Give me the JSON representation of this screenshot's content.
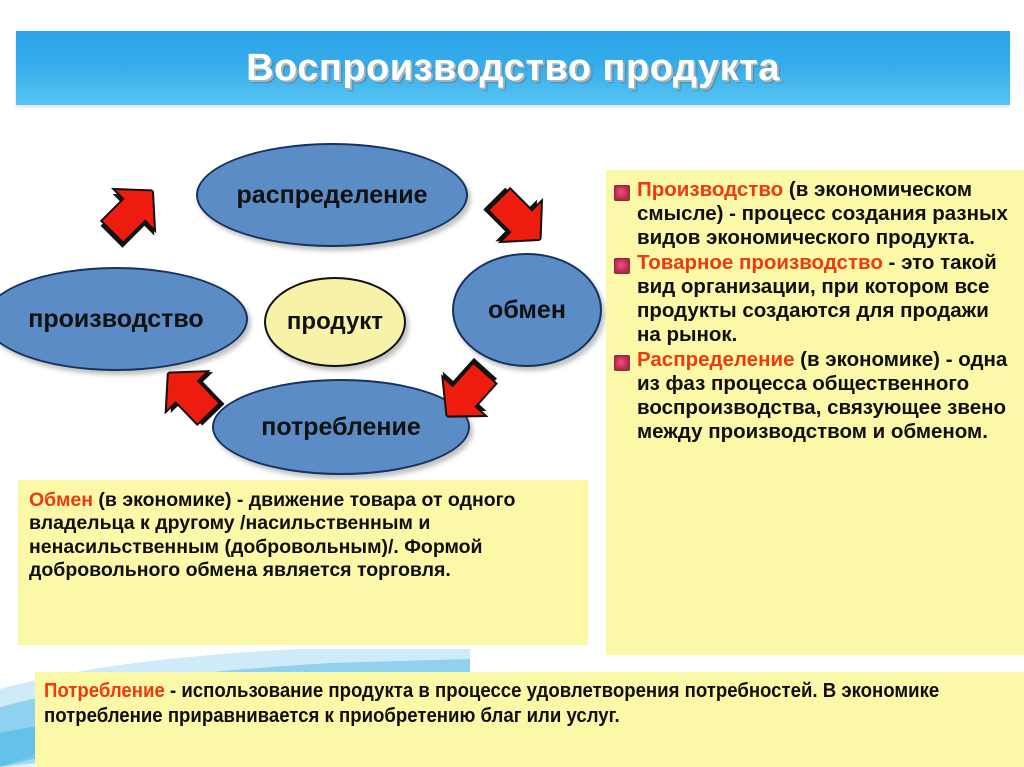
{
  "slide": {
    "title": "Воспроизводство продукта",
    "title_banner_color": "#2aa2e8",
    "panel_color": "#fbf8a8"
  },
  "diagram": {
    "type": "cycle",
    "center": {
      "label": "продукт",
      "color": "#f7f2a8"
    },
    "nodes": [
      {
        "id": "proizvodstvo",
        "label": "производство",
        "color": "#5b8cc6"
      },
      {
        "id": "raspredelenie",
        "label": "распределение",
        "color": "#5b8cc6"
      },
      {
        "id": "obmen",
        "label": "обмен",
        "color": "#5b8cc6"
      },
      {
        "id": "potreblenie",
        "label": "потребление",
        "color": "#5b8cc6"
      }
    ],
    "arrows": [
      {
        "from": "производство",
        "to": "распределение",
        "direction": "up-right",
        "color": "#ee1c0e"
      },
      {
        "from": "распределение",
        "to": "обмен",
        "direction": "down-right",
        "color": "#ee1c0e"
      },
      {
        "from": "обмен",
        "to": "потребление",
        "direction": "down-left",
        "color": "#ee1c0e"
      },
      {
        "from": "потребление",
        "to": "производство",
        "direction": "up-left",
        "color": "#ee1c0e"
      }
    ]
  },
  "right_panel": {
    "bullets": [
      {
        "keyword": "Производство",
        "rest": " (в экономическом смысле) - процесс создания разных видов экономического продукта."
      },
      {
        "keyword": "Товарное производство",
        "rest": " - это такой вид организации, при котором все продукты создаются для продажи на рынок."
      },
      {
        "keyword": "Распределение",
        "rest": " (в экономике) - одна из фаз процесса общественного воспроизводства, связующее звено между производством и обменом."
      }
    ]
  },
  "box_obmen": {
    "keyword": "Обмен",
    "rest": " (в экономике) - движение товара от одного владельца к другому /насильственным и ненасильственным (добровольным)/. Формой добровольного обмена является торговля."
  },
  "box_potreblenie": {
    "keyword": "Потребление",
    "rest": " - использование продукта в процессе удовлетворения потребностей. В экономике потребление приравнивается к приобретению благ или услуг."
  }
}
